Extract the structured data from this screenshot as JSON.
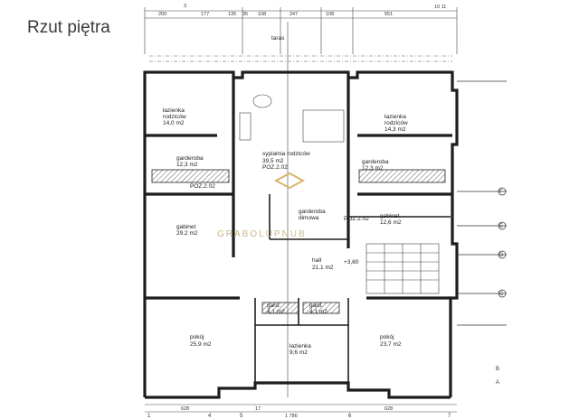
{
  "title": "Rzut piętra",
  "top_dims": [
    "200",
    "3",
    "177",
    "135",
    "35",
    "108",
    "247",
    "108",
    "551",
    "10 11"
  ],
  "taras": "taras",
  "rooms": [
    {
      "id": "lazienka-left",
      "name": "łazienka\nrodziców",
      "area": "14,0 m2"
    },
    {
      "id": "sypialnia",
      "name": "sypialnia rodziców",
      "area": "39,5 m2"
    },
    {
      "id": "lazienka-right",
      "name": "łazienka\nrodziców",
      "area": "14,3 m2"
    },
    {
      "id": "garderoba-left",
      "name": "garderoba",
      "area": "12,3 m2"
    },
    {
      "id": "garderoba-right",
      "name": "garderoba",
      "area": "12,3 m2"
    },
    {
      "id": "garderoba-mid",
      "name": "garderoba",
      "area": "dimowa"
    },
    {
      "id": "gabinet-left",
      "name": "gabinet",
      "area": "29,2 m2"
    },
    {
      "id": "gabinet-right",
      "name": "gabinet",
      "area": "12,6 m2"
    },
    {
      "id": "hall",
      "name": "hall",
      "area": "21,1 m2"
    },
    {
      "id": "pokoj-left",
      "name": "pokój",
      "area": "25,9 m2"
    },
    {
      "id": "pokoj-right",
      "name": "pokój",
      "area": "23,7 m2"
    },
    {
      "id": "gard-left",
      "name": "gard.",
      "area": "4,1 m2"
    },
    {
      "id": "gard-right",
      "name": "gard.",
      "area": "4,1 m2"
    },
    {
      "id": "lazienka-bottom",
      "name": "łazienka",
      "area": "9,6 m2"
    }
  ],
  "labels": {
    "poz1": "POZ.2.02",
    "poz2": "POZ.2.02",
    "poz3": "POZ.2.02",
    "level": "+3,60",
    "watermark": "GRABOLUPNUB"
  },
  "bottom_dims": [
    "628",
    "17",
    "1 786",
    "628"
  ],
  "axis_right": [
    "A",
    "B",
    "C",
    "D",
    "E",
    "F"
  ],
  "axis_bottom": [
    "1",
    "4",
    "5",
    "6",
    "7"
  ]
}
